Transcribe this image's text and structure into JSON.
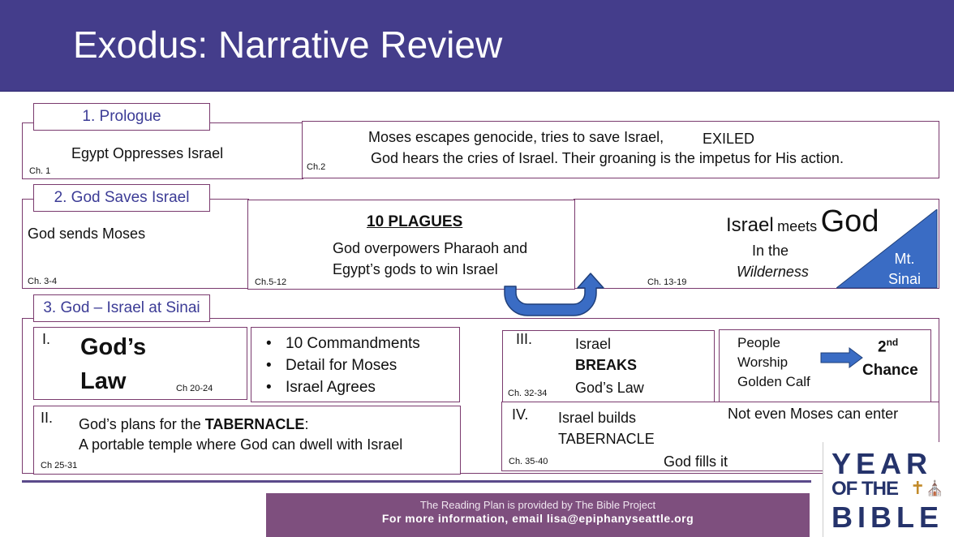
{
  "title": "Exodus: Narrative Review",
  "sections": [
    {
      "label": "1. Prologue"
    },
    {
      "label": "2. God Saves Israel"
    },
    {
      "label": "3. God – Israel at Sinai"
    }
  ],
  "prologue": {
    "egypt": {
      "text": "Egypt Oppresses Israel",
      "ch": "Ch. 1"
    },
    "moses": {
      "line1": "Moses escapes genocide, tries to save Israel,",
      "exiled": "EXILED",
      "line2": "God hears the cries of Israel. Their groaning is the impetus for His action.",
      "ch": "Ch.2"
    }
  },
  "saves": {
    "sends": {
      "text": "God sends Moses",
      "ch": "Ch. 3-4"
    },
    "plagues": {
      "heading": "10 PLAGUES",
      "line1": "God overpowers Pharaoh and",
      "line2": "Egypt’s gods to win Israel",
      "ch": "Ch.5-12"
    },
    "wilderness": {
      "israel": "Israel",
      "meets": "meets",
      "god": "God",
      "in_the": "In the",
      "wilderness": "Wilderness",
      "ch": "Ch. 13-19"
    },
    "mt_sinai": {
      "line1": "Mt.",
      "line2": "Sinai"
    }
  },
  "sinai": {
    "law": {
      "numeral": "I.",
      "line1": "God’s",
      "line2": "Law",
      "ch": "Ch 20-24"
    },
    "commandments": [
      "10 Commandments",
      "Detail for Moses",
      "Israel Agrees"
    ],
    "breaks": {
      "numeral": "III.",
      "line1": "Israel",
      "line2": "BREAKS",
      "line3": "God’s Law",
      "ch": "Ch. 32-34"
    },
    "calf": {
      "line1": "People",
      "line2": "Worship",
      "line3": "Golden Calf",
      "second_num": "2",
      "second_sup": "nd",
      "chance": "Chance"
    },
    "tabernacle_plans": {
      "numeral": "II.",
      "line1_pre": "God’s plans for the ",
      "line1_bold": "TABERNACLE",
      "line1_post": ":",
      "line2": "A portable temple where God can dwell with Israel",
      "ch": "Ch 25-31"
    },
    "builds": {
      "numeral": "IV.",
      "line1": "Israel builds",
      "line2": "TABERNACLE",
      "not_even": "Not even Moses can enter",
      "fills": "God fills it",
      "ch": "Ch. 35-40"
    }
  },
  "footer": {
    "line1": "The Reading Plan is provided by The Bible Project",
    "line2": "For more information, email lisa@epiphanyseattle.org"
  },
  "logo": {
    "line1": "YEAR",
    "line2": "OF THE",
    "line3": "BIBLE"
  },
  "colors": {
    "title_band": "#443d8b",
    "tab_text": "#3c3c96",
    "border": "#7a3a6e",
    "arrow_blue": "#3a6cc4",
    "footer_band": "#7e4f7e"
  }
}
